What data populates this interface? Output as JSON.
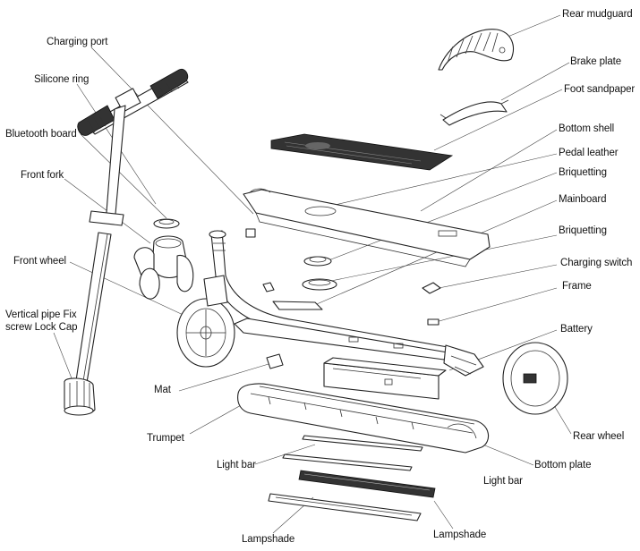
{
  "labels": {
    "rear_mudguard": "Rear mudguard",
    "brake_plate": "Brake plate",
    "foot_sandpaper": "Foot sandpaper",
    "charging_port": "Charging port",
    "silicone_ring": "Silicone ring",
    "bluetooth_board": "Bluetooth board",
    "front_fork": "Front fork",
    "front_wheel": "Front wheel",
    "vertical_pipe_line1": "Vertical pipe Fix",
    "vertical_pipe_line2": "screw Lock Cap",
    "bottom_shell": "Bottom shell",
    "pedal_leather": "Pedal leather",
    "briquetting_1": "Briquetting",
    "mainboard": "Mainboard",
    "briquetting_2": "Briquetting",
    "charging_switch": "Charging switch",
    "frame": "Frame",
    "battery": "Battery",
    "mat": "Mat",
    "trumpet": "Trumpet",
    "rear_wheel": "Rear wheel",
    "bottom_plate": "Bottom plate",
    "light_bar_1": "Light bar",
    "light_bar_2": "Light bar",
    "lampshade_1": "Lampshade",
    "lampshade_2": "Lampshade"
  }
}
